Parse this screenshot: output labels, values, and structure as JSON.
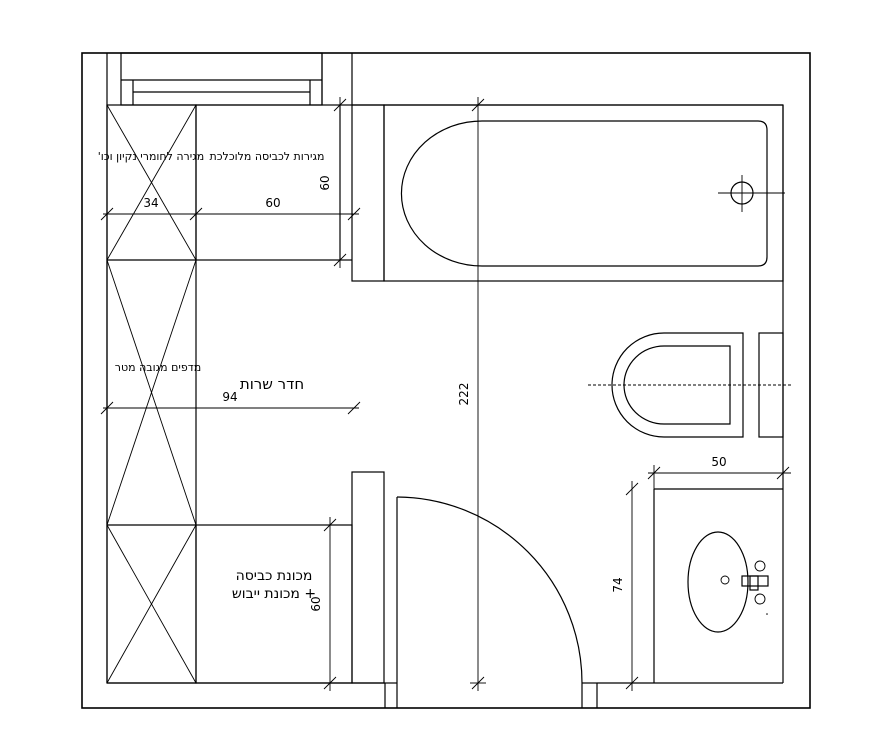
{
  "labels": {
    "cleaning_shelf": "מגירה לחומרי נקיון וכו'",
    "laundry_drawers": "מגירות לכביסה מלוכלכת",
    "ceiling_shelves": "מדפים מגובה מטר",
    "service_room": "חדר שרות",
    "washer_dryer_line1": "מכונת כביסה",
    "washer_dryer_line2": "+ מכונת ייבוש"
  },
  "dimensions": {
    "dim_34": "34",
    "dim_60_h": "60",
    "dim_60_v_top": "60",
    "dim_94": "94",
    "dim_222": "222",
    "dim_50": "50",
    "dim_74": "74",
    "dim_60_v_bottom": "60"
  }
}
